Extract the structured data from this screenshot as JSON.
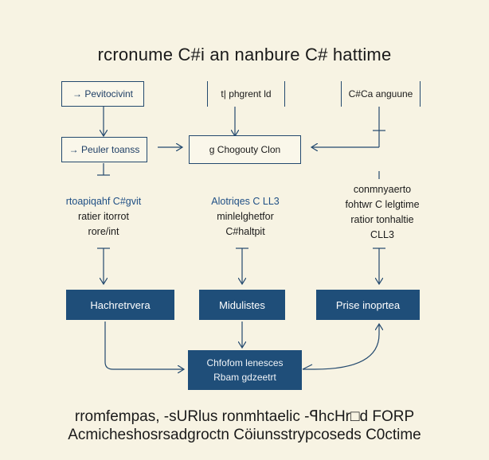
{
  "title": "rcronume C#i an nanbure C# hattime",
  "top_boxes": {
    "left": "→ Pevitocivint",
    "middle": "t|  phgrent ld",
    "right": "C#Ca anguune"
  },
  "row2": {
    "left": "→ Peuler toanss",
    "center": "g Chogouty C\u0001lon"
  },
  "labels": {
    "left": [
      "rtoapiqahf C#gvit",
      "ratier itorrot",
      "rore/int"
    ],
    "middle": [
      "Alotriqes C LL3",
      "minlelghetfor",
      "C#haltpit"
    ],
    "right": [
      "conmnyaerto",
      "fohtwr C lelgtime",
      "ratior tonhaltie",
      "CLL3"
    ]
  },
  "bottom_boxes": {
    "left": "Hachretrvera",
    "middle": "Midulistes",
    "right": "Prise inoprtea"
  },
  "center_box": [
    "Chfofom lenesces",
    "Rbam gdzeetrt"
  ],
  "footer": {
    "line1": "rromfempas, -sURlus ronmhtaelic -ꟼhcHr□d FORP",
    "line2": "Acmicheshosrsadgroctn Cöiunsstrypcoseds C0ctime"
  }
}
